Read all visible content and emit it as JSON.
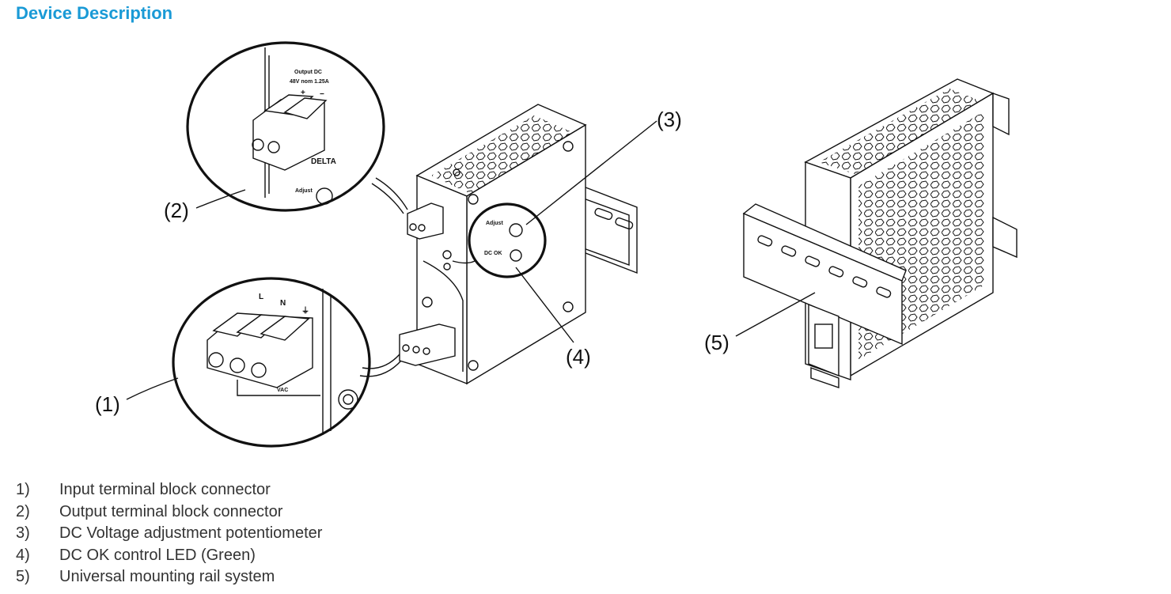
{
  "title": "Device Description",
  "accent_color": "#1a9ad6",
  "callouts": {
    "c1": "(1)",
    "c2": "(2)",
    "c3": "(3)",
    "c4": "(4)",
    "c5": "(5)"
  },
  "device_labels": {
    "output_dc": "Output DC",
    "output_rating": "48V nom 1.25A",
    "plus": "+",
    "minus": "−",
    "adjust": "Adjust",
    "dc_ok": "DC OK",
    "brand": "DELTA",
    "input_l": "L",
    "input_n": "N",
    "input_pe": "⏚",
    "input_vac": "VAC"
  },
  "legend": [
    {
      "num": "1)",
      "text": "Input terminal block connector"
    },
    {
      "num": "2)",
      "text": "Output terminal block connector"
    },
    {
      "num": "3)",
      "text": "DC Voltage adjustment potentiometer"
    },
    {
      "num": "4)",
      "text": "DC OK control LED (Green)"
    },
    {
      "num": "5)",
      "text": "Universal mounting rail system"
    }
  ]
}
